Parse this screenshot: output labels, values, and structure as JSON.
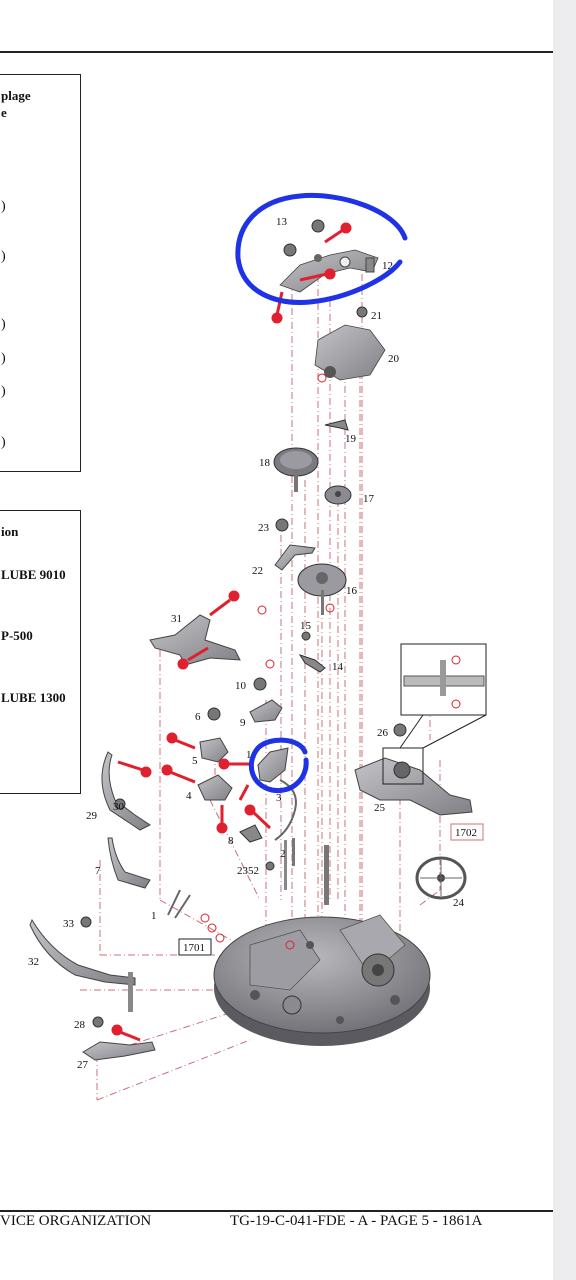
{
  "left_boxes": {
    "box1": {
      "lines": [
        "plage",
        "e"
      ],
      "closing_parens": [
        ")",
        ")",
        ")",
        ")",
        ")",
        ")"
      ]
    },
    "box2": {
      "lines": [
        "ion",
        "LUBE 9010",
        "P-500",
        "LUBE 1300"
      ]
    }
  },
  "diagram": {
    "part_labels": [
      "13",
      "12",
      "21",
      "20",
      "19",
      "18",
      "17",
      "23",
      "22",
      "16",
      "31",
      "15",
      "14",
      "10",
      "6",
      "9",
      "5",
      "11",
      "4",
      "3",
      "26",
      "25",
      "29",
      "30",
      "8",
      "2",
      "7",
      "2352",
      "24",
      "1",
      "33",
      "32",
      "28",
      "27"
    ],
    "reference_boxes": [
      "1702",
      "1701"
    ]
  },
  "footer": {
    "left": "VICE ORGANIZATION",
    "right": "TG-19-C-041-FDE - A - PAGE 5 - 1861A"
  },
  "colors": {
    "annotation": "#1f33e6",
    "oil_marker": "#e0202e",
    "dash_lines": "#c8707a",
    "parts": "#8a8a8e"
  }
}
